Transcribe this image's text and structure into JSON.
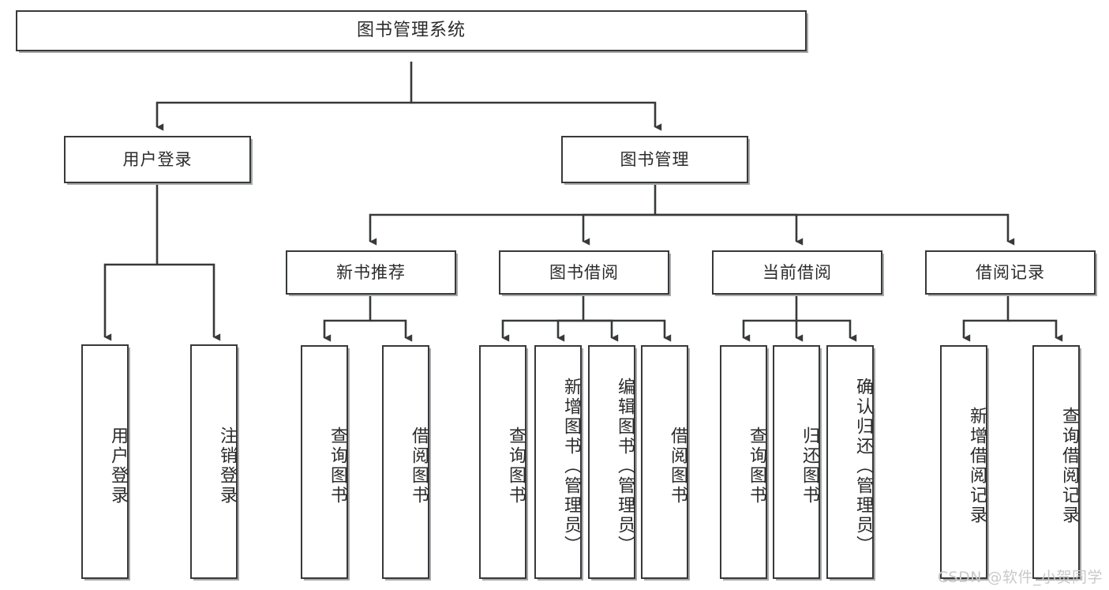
{
  "diagram": {
    "title": "图书管理系统",
    "type": "tree-hierarchy",
    "watermark": "CSDN @软件_小贺同学",
    "colors": {
      "stroke": "#37393a",
      "fill": "#ffffff",
      "text": "#2b2b2b",
      "watermark": "#c9c9c9"
    },
    "levels": {
      "root": {
        "label": "图书管理系统"
      },
      "level2": [
        {
          "label": "用户登录"
        },
        {
          "label": "图书管理"
        }
      ],
      "level3": [
        {
          "label": "新书推荐"
        },
        {
          "label": "图书借阅"
        },
        {
          "label": "当前借阅"
        },
        {
          "label": "借阅记录"
        }
      ],
      "leaves": {
        "user_login": [
          {
            "label": "用户登录"
          },
          {
            "label": "注销登录"
          }
        ],
        "new_book_recommend": [
          {
            "label": "查询图书"
          },
          {
            "label": "借阅图书"
          }
        ],
        "book_borrow": [
          {
            "label": "查询图书"
          },
          {
            "label": "新增图书（管理员）"
          },
          {
            "label": "编辑图书（管理员）"
          },
          {
            "label": "借阅图书"
          }
        ],
        "current_borrow": [
          {
            "label": "查询图书"
          },
          {
            "label": "归还图书"
          },
          {
            "label": "确认归还（管理员）"
          }
        ],
        "borrow_record": [
          {
            "label": "新增借阅记录"
          },
          {
            "label": "查询借阅记录"
          }
        ]
      }
    }
  }
}
